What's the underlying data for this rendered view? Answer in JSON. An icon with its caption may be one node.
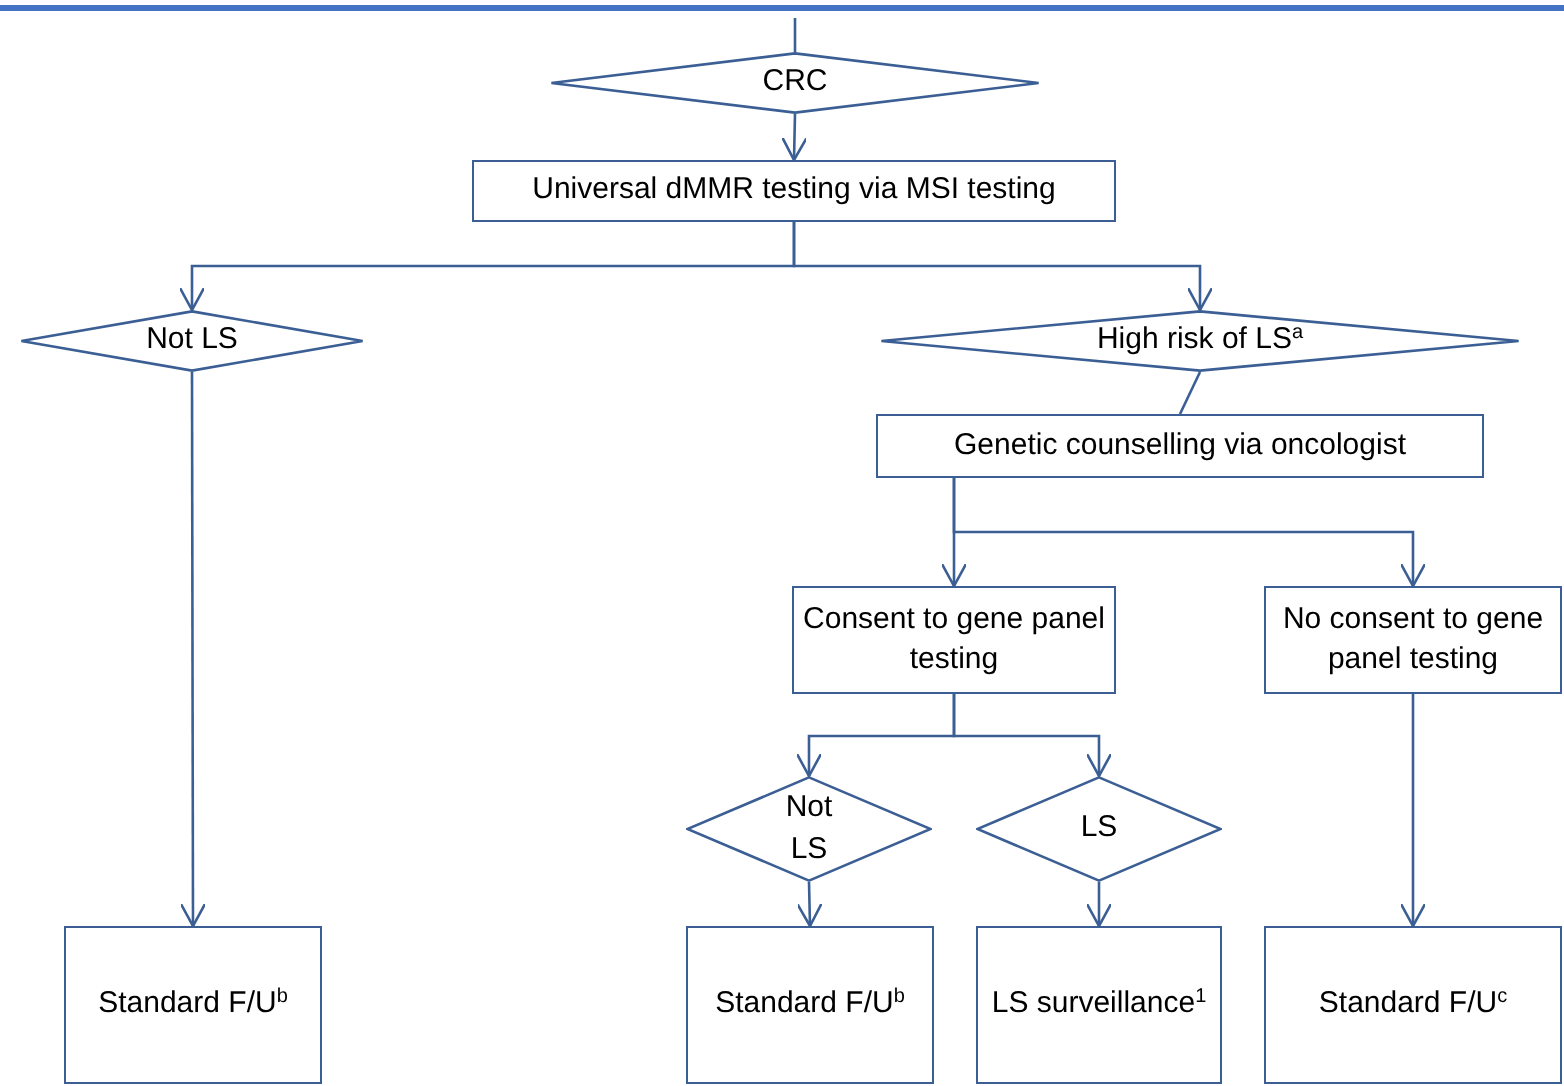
{
  "diagram": {
    "nodes": [
      {
        "text": [
          "CRC"
        ]
      },
      {
        "text": [
          "Universal dMMR testing via MSI testing"
        ]
      },
      {
        "text": [
          "Not LS"
        ]
      },
      {
        "text": [
          "High risk of LS$^{a}$"
        ]
      },
      {
        "text": [
          "Genetic counselling via oncologist"
        ]
      },
      {
        "text": [
          "Consent to gene panel testing"
        ]
      },
      {
        "text": [
          "No consent to gene panel testing"
        ]
      },
      {
        "text": [
          "Not LS"
        ]
      },
      {
        "text": [
          "LS"
        ]
      },
      {
        "text": [
          "Standard F/U$^{b}$"
        ]
      },
      {
        "text": [
          "Standard F/U$^{b}$"
        ]
      },
      {
        "text": [
          "LS surveillance$^{1}$"
        ]
      },
      {
        "text": [
          "Standard F/U$^{c}$"
        ]
      }
    ],
    "edges": [
      {
        "from": null,
        "to": 0,
        "arrow": "none"
      },
      {
        "from": 0,
        "to": 1,
        "arrow": "to"
      },
      {
        "from": 1,
        "to": 2,
        "arrow": "to"
      },
      {
        "from": 1,
        "to": 3,
        "arrow": "to"
      },
      {
        "from": 3,
        "to": 4,
        "arrow": "none"
      },
      {
        "from": 4,
        "to": 5,
        "arrow": "to"
      },
      {
        "from": 4,
        "to": 6,
        "arrow": "to"
      },
      {
        "from": 5,
        "to": 7,
        "arrow": "to"
      },
      {
        "from": 5,
        "to": 8,
        "arrow": "to"
      },
      {
        "from": 2,
        "to": 9,
        "arrow": "to"
      },
      {
        "from": 7,
        "to": 10,
        "arrow": "to"
      },
      {
        "from": 8,
        "to": 11,
        "arrow": "to"
      },
      {
        "from": 6,
        "to": 12,
        "arrow": "to"
      }
    ]
  }
}
